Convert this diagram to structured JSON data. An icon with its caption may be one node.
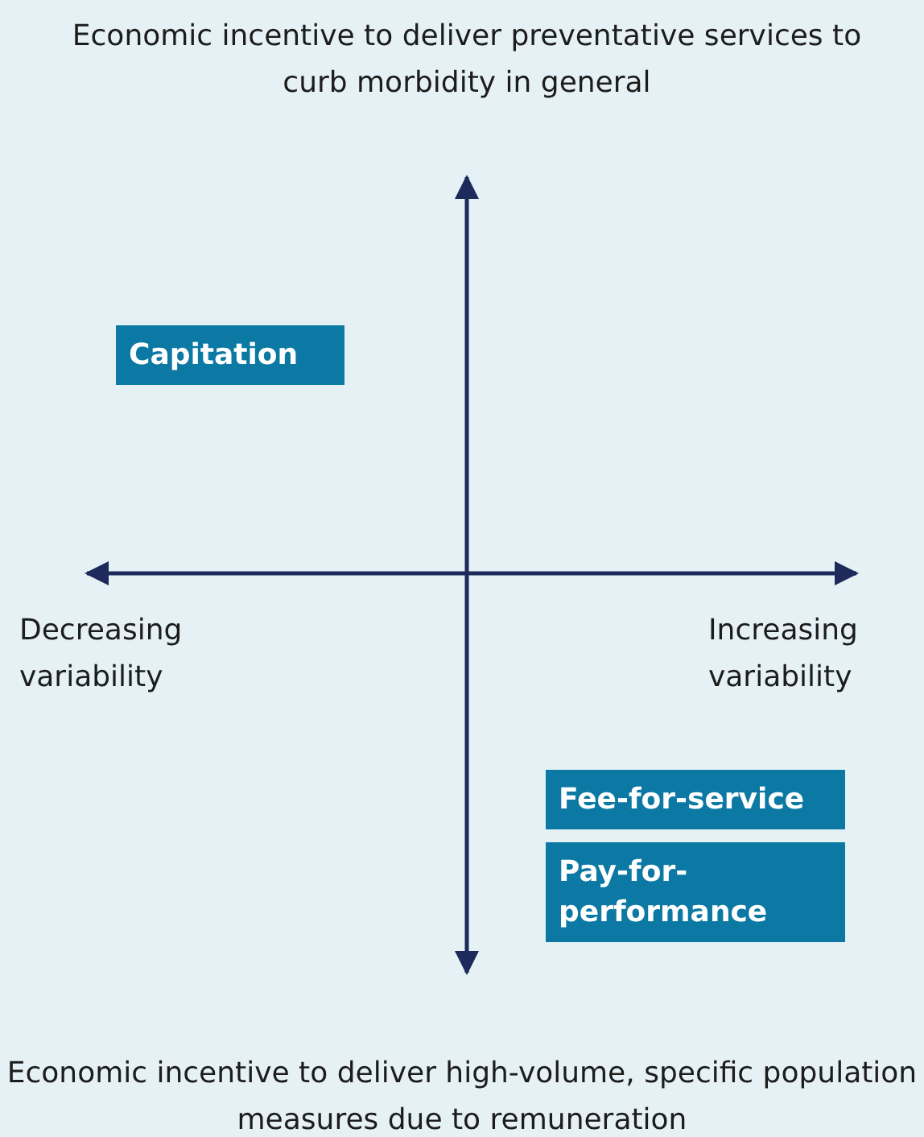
{
  "diagram": {
    "nodes": [
      {
        "text": [
          "Capitation"
        ]
      },
      {
        "text": [
          "Fee-for-service"
        ]
      },
      {
        "text": [
          "Pay-for-performance"
        ]
      }
    ],
    "labels": [
      "Economic incentive to deliver preventative services to curb morbidity in general",
      "Decreasing variability",
      "Increasing variability",
      "Economic incentive to deliver high-volume, specific population measures due to remuneration"
    ]
  }
}
